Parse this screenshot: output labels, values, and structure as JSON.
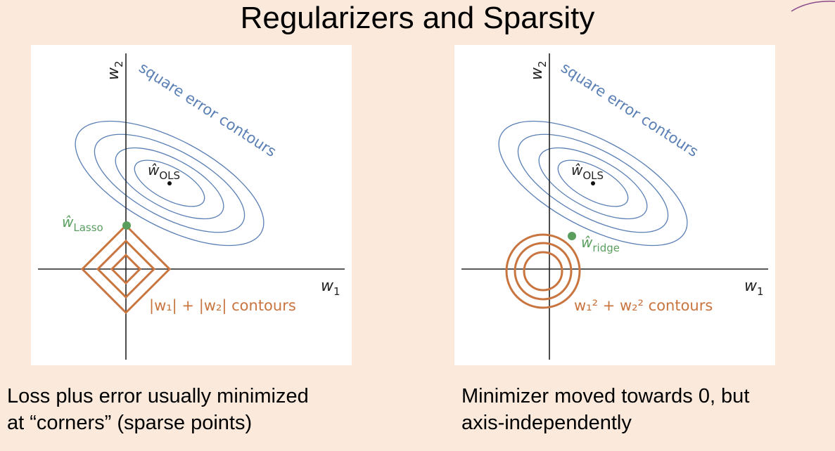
{
  "slide": {
    "title": "Regularizers and Sparsity"
  },
  "panels": [
    {
      "contour_label": "square error contours",
      "ols_label": "ŵ",
      "ols_subscript": "OLS",
      "axis_x": "w",
      "axis_x_sub": "1",
      "axis_y": "w",
      "axis_y_sub": "2",
      "minimizer_label": "ŵ",
      "minimizer_subscript": "Lasso",
      "regularizer_label": "|w₁| + |w₂| contours",
      "caption_line1": "Loss plus error usually minimized",
      "caption_line2": "at “corners” (sparse points)"
    },
    {
      "contour_label": "square error contours",
      "ols_label": "ŵ",
      "ols_subscript": "OLS",
      "axis_x": "w",
      "axis_x_sub": "1",
      "axis_y": "w",
      "axis_y_sub": "2",
      "minimizer_label": "ŵ",
      "minimizer_subscript": "ridge",
      "regularizer_label": "w₁² + w₂² contours",
      "caption_line1": "Minimizer moved towards 0, but",
      "caption_line2": "axis-independently"
    }
  ],
  "colors": {
    "background": "#fbe9dc",
    "contour": "#5a7fb5",
    "regularizer": "#c9753f",
    "minimizer": "#5a9e5f",
    "axis": "#222222"
  }
}
